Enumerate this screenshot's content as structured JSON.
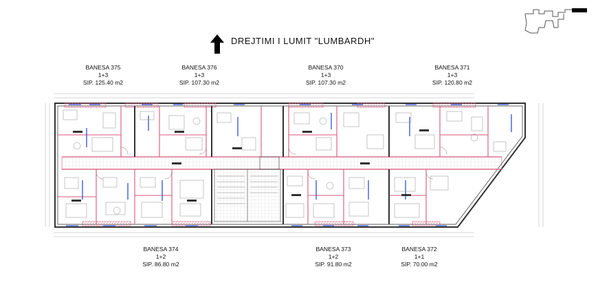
{
  "title": "DREJTIMI  I LUMIT \"LUMBARDH\"",
  "apartments_top": [
    {
      "name": "BANESA 375",
      "type": "1+3",
      "area": "SIP. 125.40 m2"
    },
    {
      "name": "BANESA 376",
      "type": "1+3",
      "area": "SIP. 107.30 m2"
    },
    {
      "name": "BANESA 370",
      "type": "1+3",
      "area": "SIP. 107.30 m2"
    },
    {
      "name": "BANESA 371",
      "type": "1+3",
      "area": "SIP. 120.80 m2"
    }
  ],
  "apartments_bottom": [
    {
      "name": "BANESA 374",
      "type": "1+2",
      "area": "SIP. 86.80 m2"
    },
    {
      "name": "BANESA 373",
      "type": "1+2",
      "area": "SIP. 91.80 m2"
    },
    {
      "name": "BANESA 372",
      "type": "1+1",
      "area": "SIP. 70.00 m2"
    }
  ],
  "colors": {
    "wall": "#3a3a3a",
    "partition": "#d9577a",
    "window": "#2f4fd6",
    "furniture": "#8a8a8a",
    "hatch": "#e58aa4",
    "dimension": "#999999"
  }
}
